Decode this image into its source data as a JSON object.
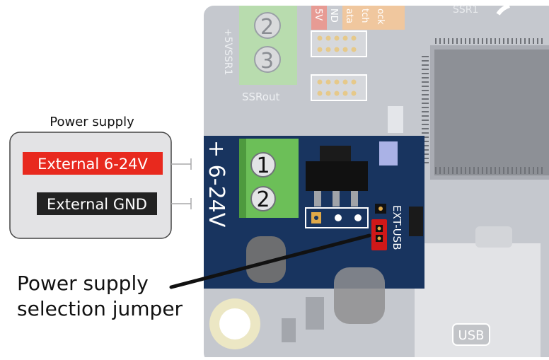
{
  "power_supply_box": {
    "title": "Power supply",
    "labels": [
      {
        "text": "External 6-24V",
        "bg": "#e8291e"
      },
      {
        "text": "External GND",
        "bg": "#222222"
      }
    ]
  },
  "board": {
    "top_labels": [
      "+5V",
      "SSR1"
    ],
    "ssrout_label": "SSRout",
    "ssr1_top_label": "SSR1",
    "header_label_gnd": "ND",
    "header_label_5v": "5V",
    "header_label_data": "ata",
    "header_label_latch": "tch",
    "header_label_clock": "ock",
    "terminal_numbers": [
      "2",
      "3"
    ],
    "power_terminal_numbers": [
      "1",
      "2"
    ],
    "power_input_label": "+ 6-24V",
    "jumper_label": "EXT-USB",
    "usb_label": "USB"
  },
  "annotation": {
    "line1": "Power supply",
    "line2": "selection jumper"
  },
  "colors": {
    "board_gray": "#c7cad0",
    "board_blue": "#16325f",
    "terminal_green": "#6bbf59",
    "jumper_red": "#d01818"
  }
}
